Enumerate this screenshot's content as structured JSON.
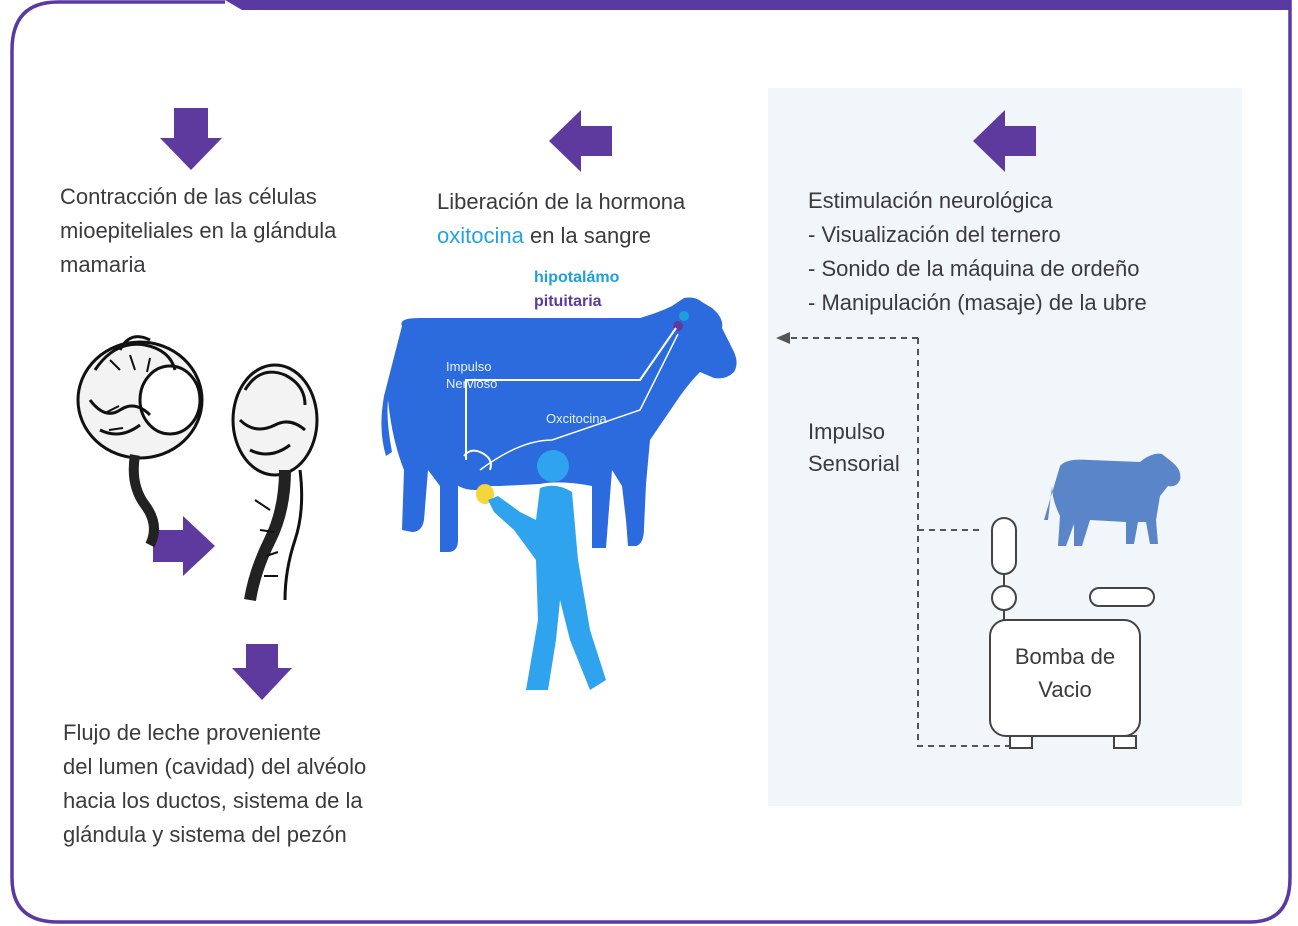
{
  "colors": {
    "frame": "#5a3aa0",
    "arrow": "#5e3a9e",
    "cow": "#2b6bde",
    "person": "#2fa3ee",
    "right_panel_bg": "#f1f6fb",
    "small_cow": "#5a86c9",
    "highlight": "#23a3e3",
    "hypothalamus": "#1fa0dc",
    "pituitary": "#5e3a9e"
  },
  "panels": {
    "contraction": {
      "text": "Contracción de las células\nmioepiteliales en la glándula\nmamaria"
    },
    "hormone_release": {
      "line1": "Liberación de la hormona",
      "highlight": "oxitocina",
      "line2_rest": " en la sangre"
    },
    "stimulation": {
      "title": "Estimulación neurológica",
      "items": [
        "- Visualización del ternero",
        "- Sonido de la máquina de ordeño",
        "- Manipulación (masaje) de la ubre"
      ]
    },
    "milk_flow": {
      "text": "Flujo de leche proveniente\ndel lumen (cavidad) del alvéolo\nhacia los ductos, sistema de la\nglándula y sistema del pezón"
    }
  },
  "cow_labels": {
    "hypothalamus": "hipotalámo",
    "pituitary": "pituitaria",
    "nerve_impulse": "Impulso\nNervioso",
    "oxytocin": "Oxcitocina"
  },
  "sensory_impulse": "Impulso\nSensorial",
  "pump": {
    "label": "Bomba de\nVacio"
  }
}
